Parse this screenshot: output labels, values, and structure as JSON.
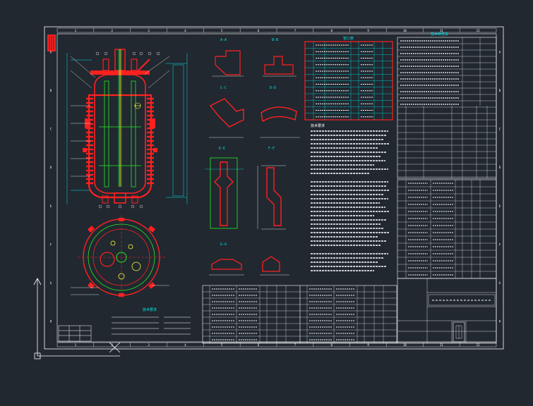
{
  "drawing": {
    "grid_columns": [
      "1",
      "2",
      "3",
      "4",
      "5",
      "6",
      "7",
      "8",
      "9",
      "10",
      "11",
      "12"
    ],
    "grid_rows": [
      "A",
      "B",
      "C",
      "D",
      "E",
      "F",
      "G",
      "H"
    ],
    "section_titles": [
      "A-A",
      "B-B",
      "C-C",
      "D-D",
      "E-E",
      "F-F",
      "G-G"
    ],
    "table_heading": "管口表",
    "spec_heading": "技术特性表",
    "notes_heading": "技术要求"
  },
  "colors": {
    "background": "#212830",
    "frame": "#ffffff",
    "cyan": "#00e5e5",
    "red": "#ff2020",
    "green": "#22ee22",
    "yellow": "#ffff33"
  }
}
